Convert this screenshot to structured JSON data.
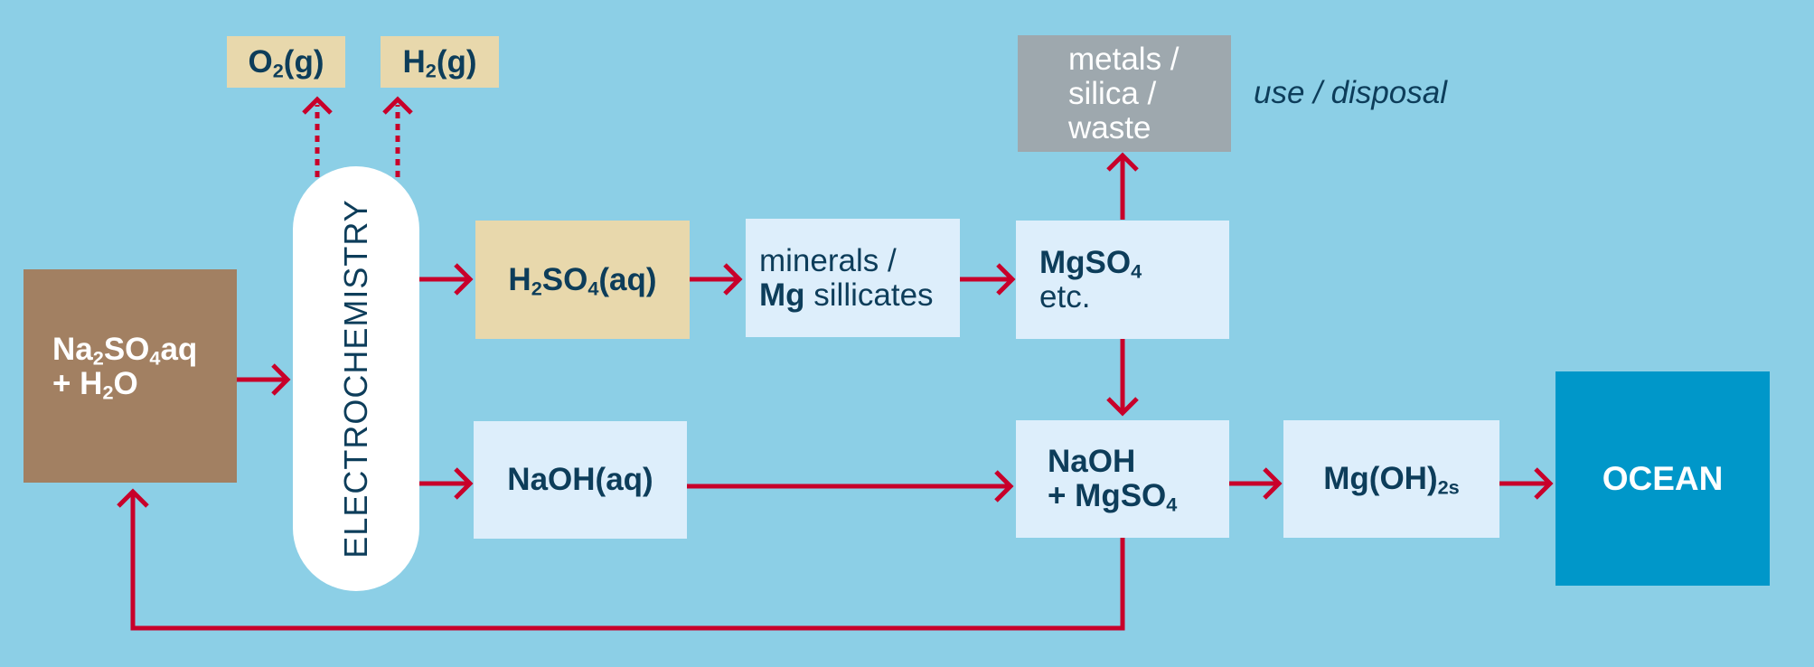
{
  "colors": {
    "background": "#8ccfe6",
    "arrow": "#c8002a",
    "text_dark": "#0d3d5a",
    "feed_box": "#a28062",
    "acid_box": "#e8d8ac",
    "process_box": "#ddeefb",
    "waste_box": "#9ea8ae",
    "ocean_box": "#0097c9"
  },
  "nodes": {
    "feed": {
      "line1": {
        "a": "Na",
        "s1": "2",
        "b": "SO",
        "s2": "4",
        "c": "aq"
      },
      "line2": {
        "a": "+ H",
        "s1": "2",
        "b": "O"
      }
    },
    "o2": {
      "a": "O",
      "s": "2",
      "b": "(g)"
    },
    "h2": {
      "a": "H",
      "s": "2",
      "b": "(g)"
    },
    "electrochemistry": "ELECTROCHEMISTRY",
    "h2so4": {
      "a": "H",
      "s1": "2",
      "b": "SO",
      "s2": "4",
      "c": "(aq)"
    },
    "naoh": "NaOH(aq)",
    "minerals": {
      "line1": "minerals /",
      "bold": "Mg",
      "rest": " sillicates"
    },
    "mgso4": {
      "a": "MgSO",
      "s": "4",
      "line2": "etc."
    },
    "waste": {
      "line1": "metals /",
      "line2": "silica /",
      "line3": "waste"
    },
    "use_disposal": "use / disposal",
    "mix": {
      "line1": "NaOH",
      "a": "+ MgSO",
      "s": "4"
    },
    "mgoh": {
      "a": "Mg(OH)",
      "s": "2s"
    },
    "ocean": "OCEAN"
  },
  "edges": [
    {
      "from": "feed",
      "to": "electrochemistry",
      "style": "solid"
    },
    {
      "from": "electrochemistry",
      "to": "o2",
      "style": "dotted"
    },
    {
      "from": "electrochemistry",
      "to": "h2",
      "style": "dotted"
    },
    {
      "from": "electrochemistry",
      "to": "h2so4",
      "style": "solid"
    },
    {
      "from": "electrochemistry",
      "to": "naoh",
      "style": "solid"
    },
    {
      "from": "h2so4",
      "to": "minerals",
      "style": "solid"
    },
    {
      "from": "minerals",
      "to": "mgso4",
      "style": "solid"
    },
    {
      "from": "mgso4",
      "to": "waste",
      "style": "solid"
    },
    {
      "from": "mgso4",
      "to": "mix",
      "style": "solid"
    },
    {
      "from": "naoh",
      "to": "mix",
      "style": "solid"
    },
    {
      "from": "mix",
      "to": "mgoh",
      "style": "solid"
    },
    {
      "from": "mgoh",
      "to": "ocean",
      "style": "solid"
    },
    {
      "from": "mix",
      "to": "feed",
      "style": "solid"
    }
  ]
}
